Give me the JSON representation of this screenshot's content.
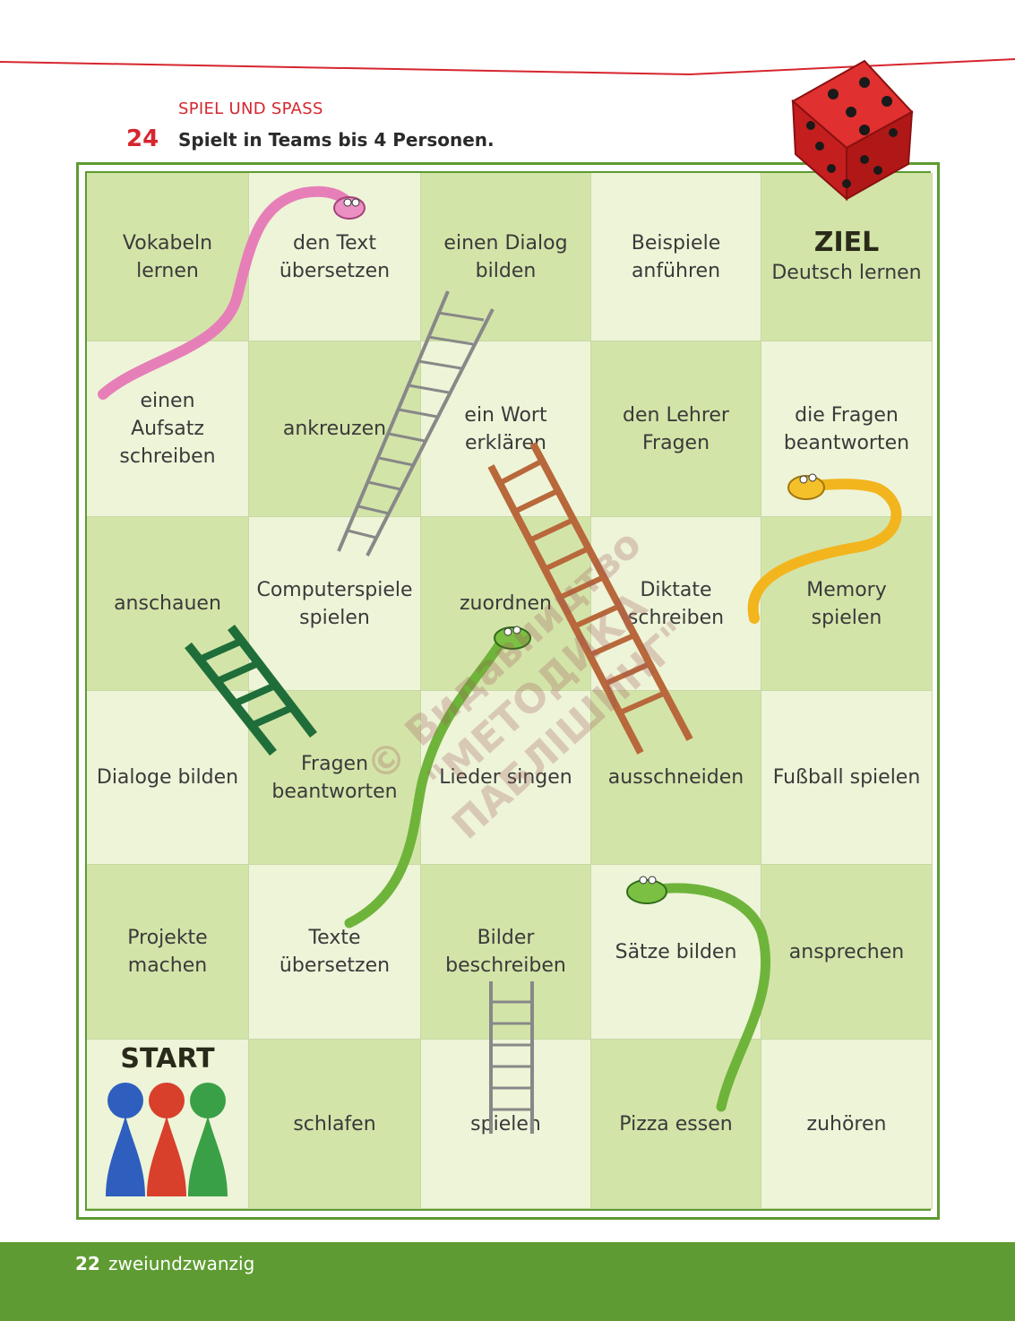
{
  "header": {
    "section_label": "SPIEL UND SPASS",
    "exercise_number": "24",
    "task": "Spielt in Teams bis 4 Personen."
  },
  "board": {
    "rows": [
      [
        {
          "text": "Vokabeln\nlernen",
          "shade": "dark"
        },
        {
          "text": "den Text\nübersetzen",
          "shade": "light"
        },
        {
          "text": "einen Dialog\nbilden",
          "shade": "dark"
        },
        {
          "text": "Beispiele\nanführen",
          "shade": "light"
        },
        {
          "text": "Deutsch lernen",
          "title": "ZIEL",
          "shade": "dark"
        }
      ],
      [
        {
          "text": "einen\nAufsatz\nschreiben",
          "shade": "light"
        },
        {
          "text": "ankreuzen",
          "shade": "dark"
        },
        {
          "text": "ein Wort\nerklären",
          "shade": "light"
        },
        {
          "text": "den Lehrer\nFragen",
          "shade": "dark"
        },
        {
          "text": "die Fragen\nbeantworten",
          "shade": "light"
        }
      ],
      [
        {
          "text": "anschauen",
          "shade": "dark"
        },
        {
          "text": "Computerspiele\nspielen",
          "shade": "light"
        },
        {
          "text": "zuordnen",
          "shade": "dark"
        },
        {
          "text": "Diktate\nschreiben",
          "shade": "light"
        },
        {
          "text": "Memory\nspielen",
          "shade": "dark"
        }
      ],
      [
        {
          "text": "Dialoge bilden",
          "shade": "light"
        },
        {
          "text": "Fragen\nbeantworten",
          "shade": "dark"
        },
        {
          "text": "Lieder singen",
          "shade": "light"
        },
        {
          "text": "ausschneiden",
          "shade": "dark"
        },
        {
          "text": "Fußball spielen",
          "shade": "light"
        }
      ],
      [
        {
          "text": "Projekte\nmachen",
          "shade": "dark"
        },
        {
          "text": "Texte\nübersetzen",
          "shade": "light"
        },
        {
          "text": "Bilder\nbeschreiben",
          "shade": "dark"
        },
        {
          "text": "Sätze bilden",
          "shade": "light"
        },
        {
          "text": "ansprechen",
          "shade": "dark"
        }
      ],
      [
        {
          "text": "",
          "title": "START",
          "shade": "light"
        },
        {
          "text": "schlafen",
          "shade": "dark"
        },
        {
          "text": "spielen",
          "shade": "light"
        },
        {
          "text": "Pizza essen",
          "shade": "dark"
        },
        {
          "text": "zuhören",
          "shade": "light"
        }
      ]
    ]
  },
  "watermark": {
    "line1": "© Видавництво",
    "line2": "\"МЕТОДИКА ПАБЛІШИНГ\""
  },
  "footer": {
    "page_number": "22",
    "page_word": "zweiundzwanzig"
  },
  "colors": {
    "accent_red": "#d6262e",
    "board_green": "#5e9b32",
    "cell_dark": "#d3e4a9",
    "cell_light": "#eef4d8"
  },
  "icons": [
    "dice-icon",
    "pink-snake-icon",
    "yellow-snake-icon",
    "green-snake-icon",
    "ladder-icon",
    "pawn-icon"
  ]
}
